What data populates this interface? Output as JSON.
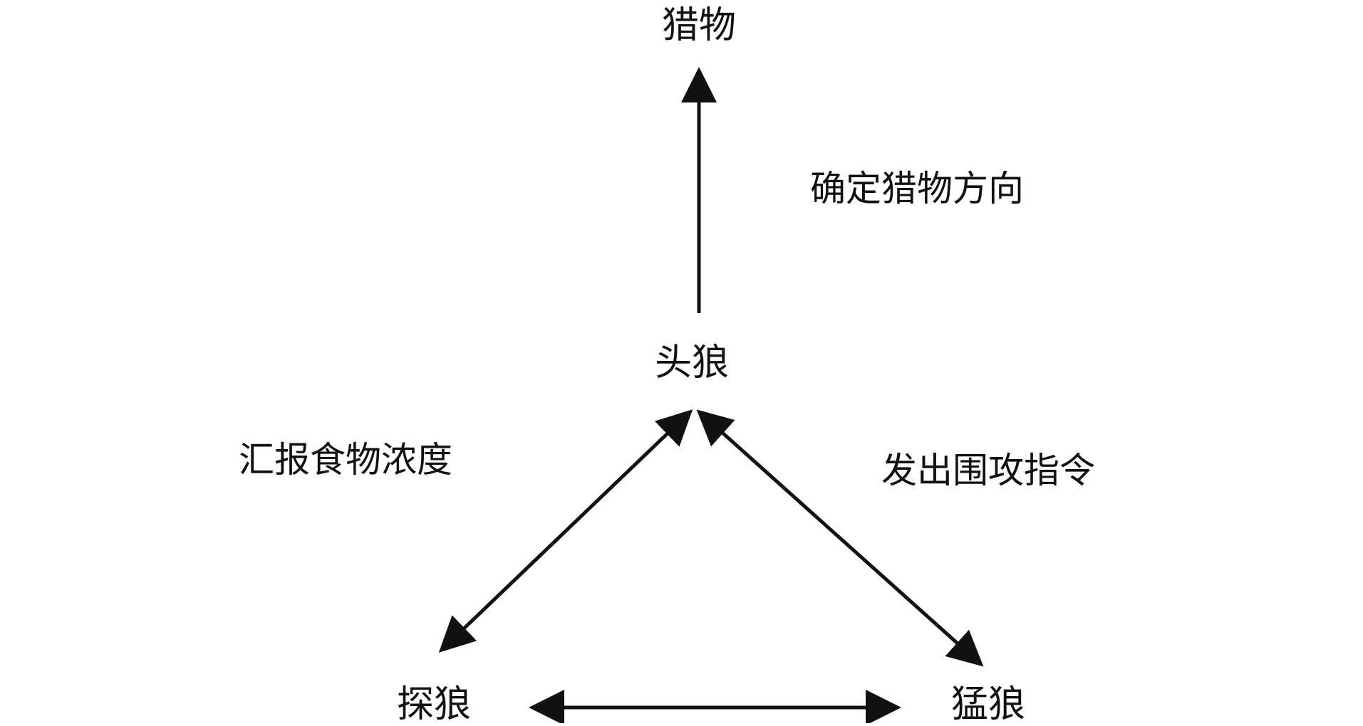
{
  "nodes": {
    "prey": "猎物",
    "head_wolf": "头狼",
    "scout_wolf": "探狼",
    "fierce_wolf": "猛狼"
  },
  "edges": {
    "head_to_prey": "确定猎物方向",
    "scout_head": "汇报食物浓度",
    "head_fierce": "发出围攻指令"
  },
  "colors": {
    "line": "#111111",
    "background": "#ffffff"
  }
}
